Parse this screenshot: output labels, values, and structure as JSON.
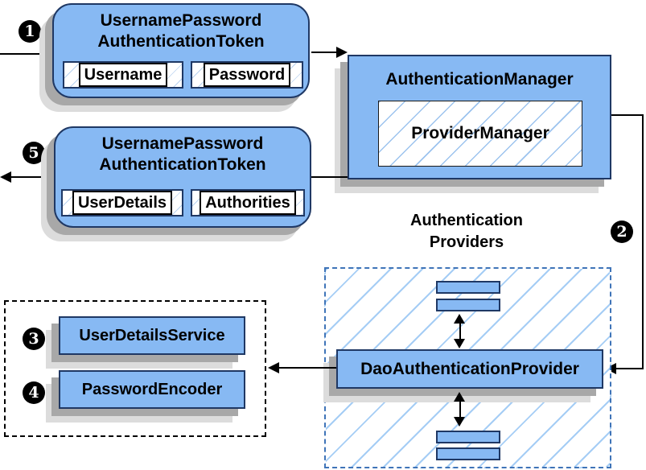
{
  "markers": {
    "m1": "1",
    "m2": "2",
    "m3": "3",
    "m4": "4",
    "m5": "5"
  },
  "request_token": {
    "title_line1": "UsernamePassword",
    "title_line2": "AuthenticationToken",
    "field1": "Username",
    "field2": "Password"
  },
  "response_token": {
    "title_line1": "UsernamePassword",
    "title_line2": "AuthenticationToken",
    "field1": "UserDetails",
    "field2": "Authorities"
  },
  "authentication_manager": {
    "title": "AuthenticationManager",
    "inner_label": "ProviderManager"
  },
  "providers_group": {
    "title_line1": "Authentication",
    "title_line2": "Providers"
  },
  "dao_authentication_provider": {
    "label": "DaoAuthenticationProvider"
  },
  "user_details_service": {
    "label": "UserDetailsService"
  },
  "password_encoder": {
    "label": "PasswordEncoder"
  },
  "colors": {
    "node_fill": "#87b9f3",
    "node_border": "#1f3864",
    "hatch_line": "#a5cdf5",
    "dashed_group_border": "#3f74b8",
    "shadow": "#a8a8a8",
    "line": "#000000"
  }
}
